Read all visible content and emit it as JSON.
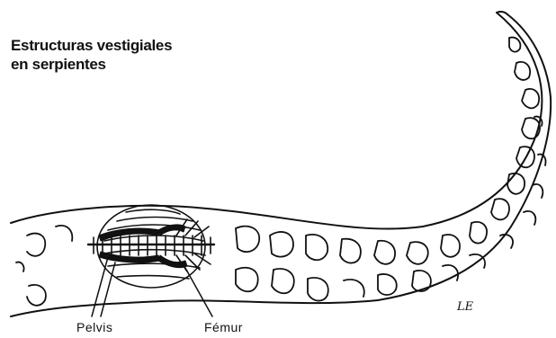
{
  "title": {
    "line1": "Estructuras vestigiales",
    "line2": "en serpientes"
  },
  "labels": {
    "pelvis": "Pelvis",
    "femur": "Fémur"
  },
  "signature": "LE",
  "colors": {
    "ink": "#111111",
    "background": "#ffffff"
  }
}
